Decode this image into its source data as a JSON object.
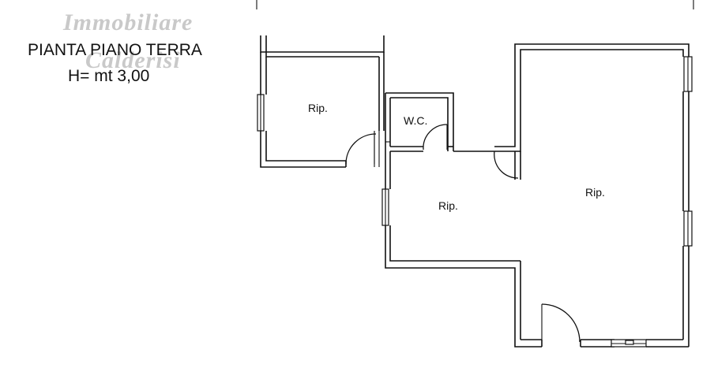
{
  "watermark": {
    "line1": "Immobiliare",
    "line2": "Calderisi"
  },
  "title": {
    "line1": "PIANTA PIANO TERRA",
    "line2": "H= mt 3,00"
  },
  "rooms": [
    {
      "label": "Rip."
    },
    {
      "label": "W.C."
    },
    {
      "label": "Rip."
    },
    {
      "label": "Rip."
    }
  ]
}
